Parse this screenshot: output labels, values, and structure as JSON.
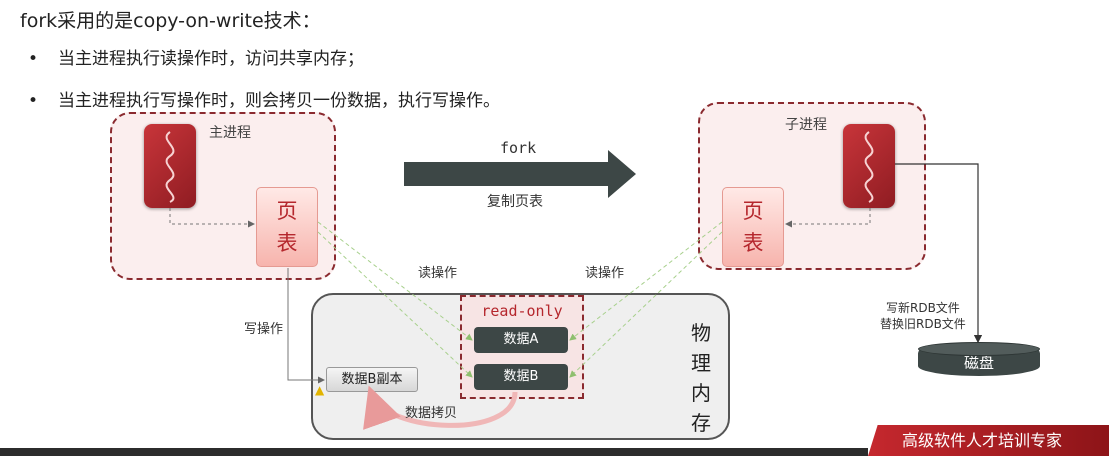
{
  "heading": "fork采用的是copy-on-write技术：",
  "bullets": [
    "当主进程执行读操作时，访问共享内存；",
    "当主进程执行写操作时，则会拷贝一份数据，执行写操作。"
  ],
  "bullet_marker": "•",
  "main_process": {
    "label": "主进程",
    "page_table": [
      "页",
      "表"
    ]
  },
  "child_process": {
    "label": "子进程",
    "page_table": [
      "页",
      "表"
    ]
  },
  "fork_arrow": {
    "label": "fork",
    "sublabel": "复制页表"
  },
  "operations": {
    "read_left": "读操作",
    "read_right": "读操作",
    "write": "写操作",
    "copy_data": "数据拷贝"
  },
  "memory": {
    "label_chars": [
      "物",
      "理",
      "内",
      "存"
    ],
    "readonly_label": "read-only",
    "data_a": "数据A",
    "data_b": "数据B",
    "data_b_copy": "数据B副本"
  },
  "disk": {
    "label": "磁盘",
    "rdb_lines": [
      "写新RDB文件",
      "替换旧RDB文件"
    ]
  },
  "banner": {
    "text": "高级软件人才培训专家"
  },
  "colors": {
    "accent": "#8a2a2f",
    "thread": "#c8353a",
    "arrow": "#3d4746",
    "data_box": "#3d4746"
  }
}
